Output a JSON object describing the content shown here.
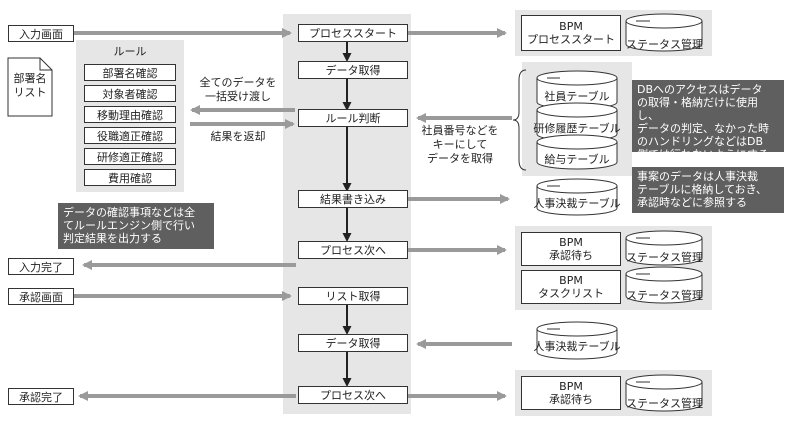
{
  "left_boxes": {
    "input_screen": "入力画面",
    "input_done": "入力完了",
    "approval_screen": "承認画面",
    "approval_done": "承認完了"
  },
  "department_list": "部署名\nリスト",
  "rules": {
    "title": "ルール",
    "items": [
      "部署名確認",
      "対象者確認",
      "移動理由確認",
      "役職適正確認",
      "研修適正確認",
      "費用確認"
    ]
  },
  "center_flow": {
    "process_start": "プロセススタート",
    "data_fetch_1": "データ取得",
    "rule_judgment": "ルール判断",
    "result_write": "結果書き込み",
    "process_next_1": "プロセス次へ",
    "list_fetch": "リスト取得",
    "data_fetch_2": "データ取得",
    "process_next_2": "プロセス次へ"
  },
  "arrow_labels": {
    "bulk_pass": "全てのデータを\n一括受け渡し",
    "return_result": "結果を返却",
    "employee_key": "社員番号などを\nキーにして\nデータを取得"
  },
  "notes": {
    "rule_engine": "データの確認事項などは全\nてルールエンジン側で行い\n判定結果を出力する",
    "db_access": "DBへのアクセスはデータ\nの取得・格納だけに使用し、\nデータの判定、なかった時\nのハンドリングなどはDB\n側では行わないようにする",
    "hr_table": "事案のデータは人事決裁\nテーブルに格納しておき、\n承認時などに参照する"
  },
  "right": {
    "bpm_title": "BPM",
    "process_start": "プロセススタート",
    "waiting_approval": "承認待ち",
    "task_list": "タスクリスト",
    "status_mgmt": "ステータス管理",
    "employee_table": "社員テーブル",
    "training_table": "研修履歴テーブル",
    "salary_table": "給与テーブル",
    "hr_approval_table": "人事決裁テーブル"
  }
}
